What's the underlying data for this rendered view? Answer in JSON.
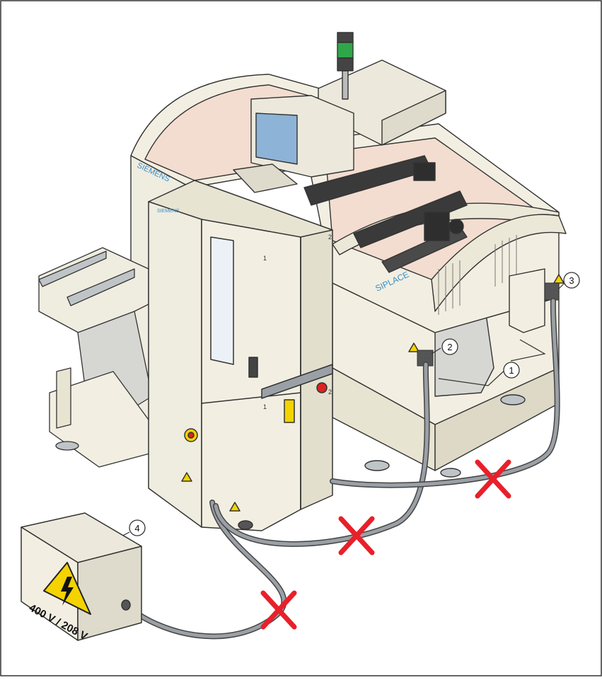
{
  "labels": {
    "brand_siemens": "SIEMENS",
    "brand_siplace": "SIPLACE",
    "voltage": "400 V / 208 V",
    "door_number_1": "1",
    "door_number_2": "2",
    "door_number_1b": "1",
    "door_number_2b": "2"
  },
  "callouts": [
    {
      "id": "1",
      "text": "1"
    },
    {
      "id": "2",
      "text": "2"
    },
    {
      "id": "3",
      "text": "3"
    },
    {
      "id": "4",
      "text": "4"
    }
  ],
  "colors": {
    "machine_body": "#f2efe2",
    "machine_shadow": "#d9d5c2",
    "interior": "#f3ddd0",
    "dark_mech": "#3a3a3a",
    "screen": "#8db3d6",
    "cable": "#9aa0a5",
    "warning_yellow": "#f4d300",
    "forbidden_x": "#e8202a",
    "signal_green": "#2fa64a",
    "brand_blue": "#3a8fc7"
  }
}
